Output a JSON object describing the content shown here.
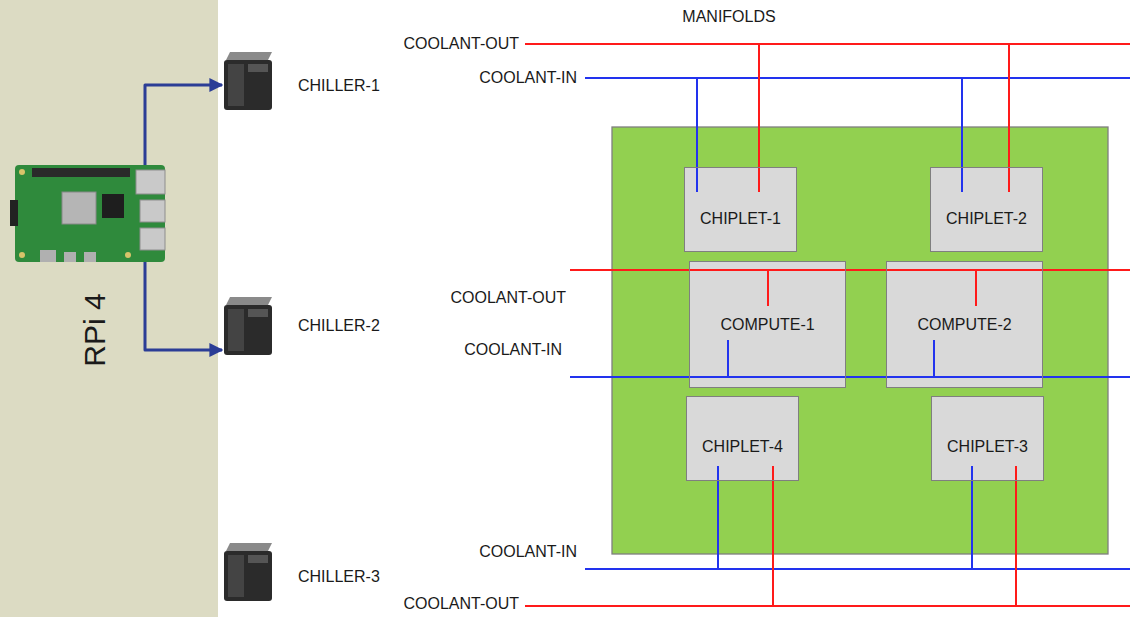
{
  "diagram": {
    "nodes": [
      {
        "text": [
          "RPi 4"
        ]
      },
      {
        "text": [
          "CHILLER-1"
        ]
      },
      {
        "text": [
          "CHILLER-2"
        ]
      },
      {
        "text": [
          "CHILLER-3"
        ]
      },
      {
        "text": [
          "CHIPLET-1"
        ]
      },
      {
        "text": [
          "CHIPLET-2"
        ]
      },
      {
        "text": [
          "COMPUTE-1"
        ]
      },
      {
        "text": [
          "COMPUTE-2"
        ]
      },
      {
        "text": [
          "CHIPLET-4"
        ]
      },
      {
        "text": [
          "CHIPLET-3"
        ]
      }
    ],
    "edges": [
      {
        "from": 0,
        "to": 1,
        "arrow": "to"
      },
      {
        "from": 0,
        "to": 2,
        "arrow": "to"
      }
    ],
    "labels": [
      "MANIFOLDS",
      "COOLANT-OUT",
      "COOLANT-IN",
      "COOLANT-OUT",
      "COOLANT-IN",
      "COOLANT-IN",
      "COOLANT-OUT"
    ]
  }
}
